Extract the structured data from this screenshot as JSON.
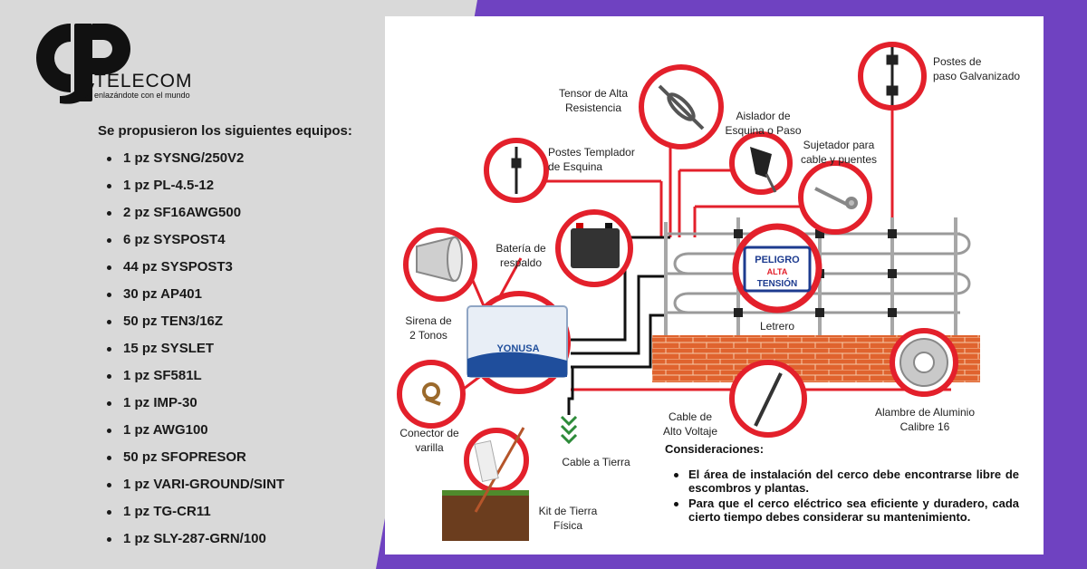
{
  "brand": {
    "wordmark": "TELECOM",
    "tagline": "enlazándote con el mundo",
    "colors": {
      "purple": "#6f42c1",
      "gray": "#d9d9d9",
      "red": "#e3202b"
    }
  },
  "proposal": {
    "intro": "Se propusieron los siguientes equipos:",
    "items": [
      "1 pz SYSNG/250V2",
      "1 pz PL-4.5-12",
      "2 pz SF16AWG500",
      "6 pz SYSPOST4",
      "44 pz SYSPOST3",
      "30 pz AP401",
      "50 pz TEN3/16Z",
      "15 pz SYSLET",
      "1 pz SF581L",
      "1 pz IMP-30",
      "1 pz AWG100",
      "50 pz SFOPRESOR",
      "1 pz VARI-GROUND/SINT",
      "1 pz TG-CR11",
      "1 pz SLY-287-GRN/100"
    ]
  },
  "diagram": {
    "labels": {
      "tensor_1": "Tensor de Alta",
      "tensor_2": "Resistencia",
      "aislador_1": "Aislador de",
      "aislador_2": "Esquina o Paso",
      "postes_galv_1": "Postes de",
      "postes_galv_2": "paso Galvanizado",
      "postes_templador_1": "Postes Templador",
      "postes_templador_2": "de Esquina",
      "sujetador_1": "Sujetador para",
      "sujetador_2": "cable y puentes",
      "bateria_1": "Batería de",
      "bateria_2": "respaldo",
      "sirena_1": "Sirena de",
      "sirena_2": "2 Tonos",
      "letrero": "Letrero",
      "conector_1": "Conector de",
      "conector_2": "varilla",
      "cable_av_1": "Cable de",
      "cable_av_2": "Alto Voltaje",
      "alambre_1": "Alambre de Aluminio",
      "alambre_2": "Calibre 16",
      "cable_tierra": "Cable a Tierra",
      "kit_1": "Kit de Tierra",
      "kit_2": "Física"
    },
    "sign": {
      "line1": "PELIGRO",
      "line2": "ALTA",
      "line3": "TENSIÓN"
    },
    "energizer_brand": "YONUSA"
  },
  "considerations": {
    "title": "Consideraciones:",
    "items": [
      "El área de instalación del cerco debe encontrarse libre de escombros y plantas.",
      "Para que el cerco eléctrico sea eficiente y duradero, cada cierto tiempo debes considerar su mantenimiento."
    ]
  }
}
